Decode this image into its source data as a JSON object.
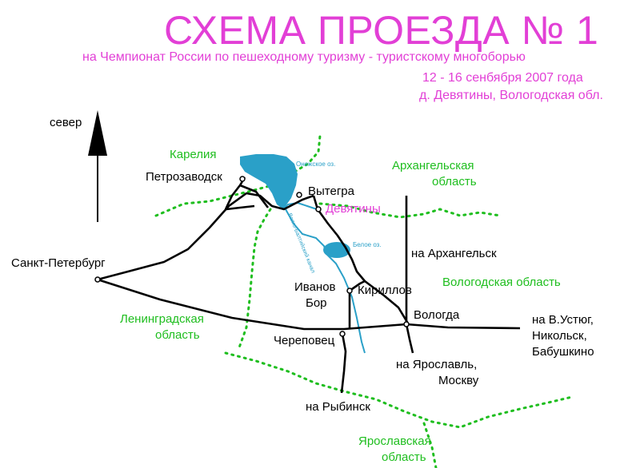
{
  "title": "СХЕМА ПРОЕЗДА № 1",
  "subtitle": "на Чемпионат России по пешеходному туризму - туристскому многоборью",
  "dates": "12 - 16 сенбября 2007 года",
  "venue": "д. Девятины, Вологодская обл.",
  "compass": {
    "label": "север",
    "icon": "north-arrow-icon"
  },
  "cities": {
    "petrozavodsk": "Петрозаводск",
    "vytegra": "Вытегра",
    "devyatiny": "Девятины",
    "spb": "Санкт-Петербург",
    "ivanov_bor_1": "Иванов",
    "ivanov_bor_2": "Бор",
    "kirillov": "Кириллов",
    "vologda": "Вологда",
    "cherepovets": "Череповец"
  },
  "directions": {
    "arkhangelsk": "на Архангельск",
    "ustyug_1": "на В.Устюг,",
    "ustyug_2": "Никольск,",
    "ustyug_3": "Бабушкино",
    "yaroslavl_1": "на Ярославль,",
    "yaroslavl_2": "Москву",
    "rybinsk": "на Рыбинск"
  },
  "regions": {
    "karelia": "Карелия",
    "arkh_1": "Архангельская",
    "arkh_2": "область",
    "vologda_obl": "Вологодская область",
    "len_1": "Ленинградская",
    "len_2": "область",
    "yar_1": "Ярославская",
    "yar_2": "область"
  },
  "water": {
    "onega": "Онежское оз.",
    "beloe": "Белое оз.",
    "canal": "Волго-Балтийский канал"
  },
  "colors": {
    "title": "#e23fd6",
    "region_border": "#1fbe1f",
    "water": "#2aa0c8",
    "road": "#000000"
  }
}
